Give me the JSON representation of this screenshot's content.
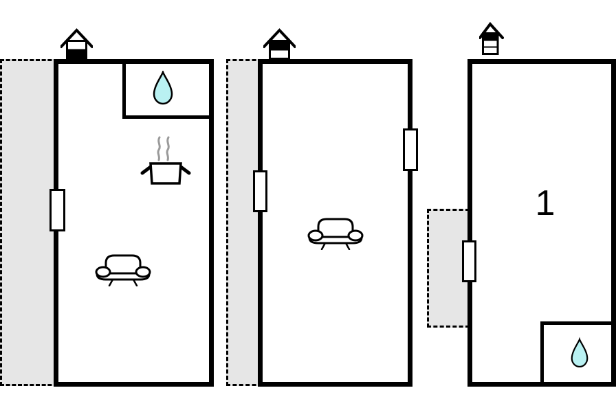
{
  "document": {
    "type": "floor-plan",
    "unit_count_label": "1"
  },
  "colors": {
    "wall": "#000000",
    "terrace_fill": "#e6e6e6",
    "water_drop": "#b9f1f2",
    "steam": "#9a9a9a",
    "background": "#ffffff",
    "furniture_stroke": "#000000"
  },
  "buildings": [
    {
      "id": "building-left",
      "label": "",
      "chimney": {
        "bands": [
          "#ffffff",
          "#000000"
        ]
      },
      "rooms": [
        "main-room",
        "bathroom-top-right"
      ],
      "features": [
        "chimney-icon",
        "water-drop-icon",
        "stove-icon",
        "sofa-icon",
        "door-left-wall",
        "terrace-left"
      ]
    },
    {
      "id": "building-middle",
      "label": "",
      "chimney": {
        "bands": [
          "#000000",
          "#ffffff"
        ]
      },
      "rooms": [
        "main-room"
      ],
      "features": [
        "chimney-icon",
        "sofa-icon",
        "door-left-wall",
        "door-right-wall",
        "terrace-left"
      ]
    },
    {
      "id": "building-right",
      "label": "1",
      "chimney": {
        "bands": [
          "#000000",
          "#ffffff",
          "#ffffff"
        ]
      },
      "rooms": [
        "main-room",
        "bathroom-bottom-right"
      ],
      "features": [
        "chimney-icon",
        "water-drop-icon",
        "door-left-wall",
        "patio-left"
      ]
    }
  ]
}
